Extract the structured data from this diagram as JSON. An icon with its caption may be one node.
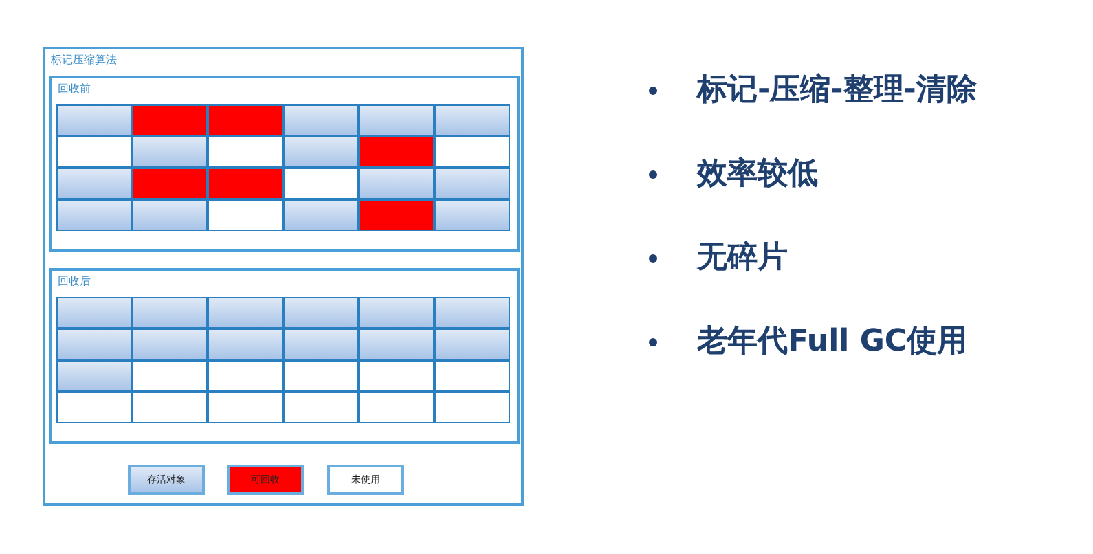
{
  "diagram": {
    "nodes": [
      {
        "text": [
          "标记压缩算法"
        ]
      },
      {
        "text": [
          "回收前"
        ],
        "in": 0
      },
      {
        "text": [
          "回收后"
        ],
        "in": 0
      }
    ],
    "edges": [],
    "labels": [
      "标记-压缩-整理-清除",
      "效率较低",
      "无碎片",
      "老年代Full GC使用"
    ],
    "legend": [
      {
        "text": "存活对象",
        "color": "#a9c4e8"
      },
      {
        "text": "可回收",
        "color": "#ff0000"
      },
      {
        "text": "未使用",
        "color": "#ffffff"
      }
    ]
  }
}
